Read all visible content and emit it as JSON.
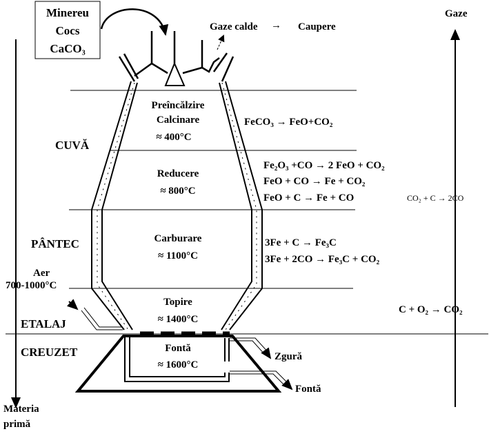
{
  "input_box": {
    "lines": [
      "Minereu",
      "Cocs",
      "CaCO₃"
    ]
  },
  "top": {
    "hot_gas": "Gaze calde",
    "arrow": "→",
    "destination": "Caupere"
  },
  "left_axis": {
    "label_line1": "Materia",
    "label_line2": "primă"
  },
  "right_axis": {
    "label": "Gaze"
  },
  "furnace_parts": {
    "cuva": "CUVĂ",
    "pantec": "PÂNTEC",
    "air_label": "Aer",
    "air_temp": "700-1000°C",
    "etalaj": "ETALAJ",
    "creuzet": "CREUZET"
  },
  "zones": [
    {
      "name": "Preîncălzire",
      "name2": "Calcinare",
      "temp": "≈ 400°C"
    },
    {
      "name": "Reducere",
      "temp": "≈ 800°C"
    },
    {
      "name": "Carburare",
      "temp": "≈ 1100°C"
    },
    {
      "name": "Topire",
      "temp": "≈ 1400°C"
    },
    {
      "name": "Fontă",
      "temp": "≈ 1600°C"
    }
  ],
  "reactions": {
    "preheat": [
      "FeCO₃ → FeO+CO₂"
    ],
    "reduction": [
      "Fe₂O₃ +CO → 2 FeO + CO₂",
      "FeO + CO → Fe + CO₂",
      "FeO + C → Fe + CO"
    ],
    "carburation": [
      "3Fe + C → Fe₃C",
      "3Fe + 2CO → Fe₃C + CO₂"
    ],
    "boudouard": "CO₂ + C → 2CO",
    "combustion": "C + O₂ → CO₂"
  },
  "outputs": {
    "slag": "Zgură",
    "iron": "Fontă"
  }
}
